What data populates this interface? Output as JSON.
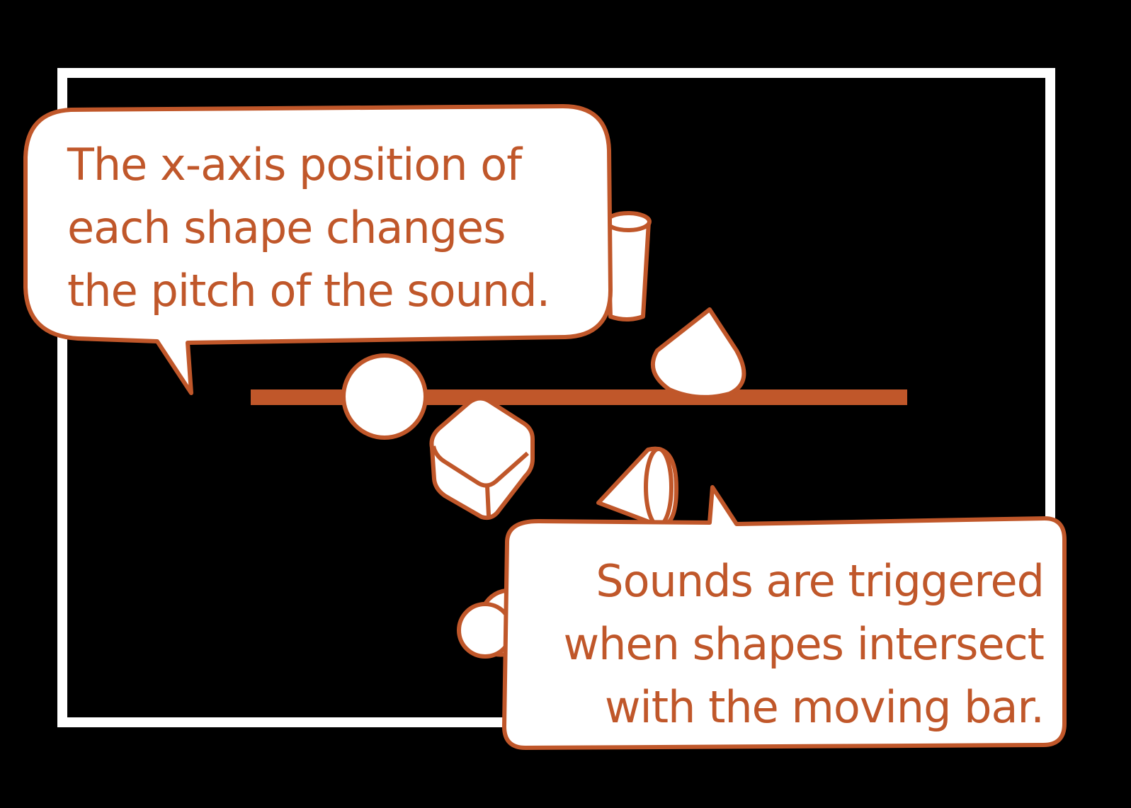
{
  "colors": {
    "background": "#000000",
    "accent": "#c0572a",
    "fill": "#ffffff"
  },
  "bubble_left": {
    "lines": [
      "The x-axis position of",
      "each shape changes",
      "the pitch of the sound."
    ]
  },
  "bubble_right": {
    "lines": [
      "Sounds are triggered",
      "when shapes intersect",
      "with the moving bar."
    ]
  },
  "shapes": [
    "cylinder",
    "cone",
    "sphere",
    "rounded-cube",
    "cone",
    "cylinder"
  ]
}
